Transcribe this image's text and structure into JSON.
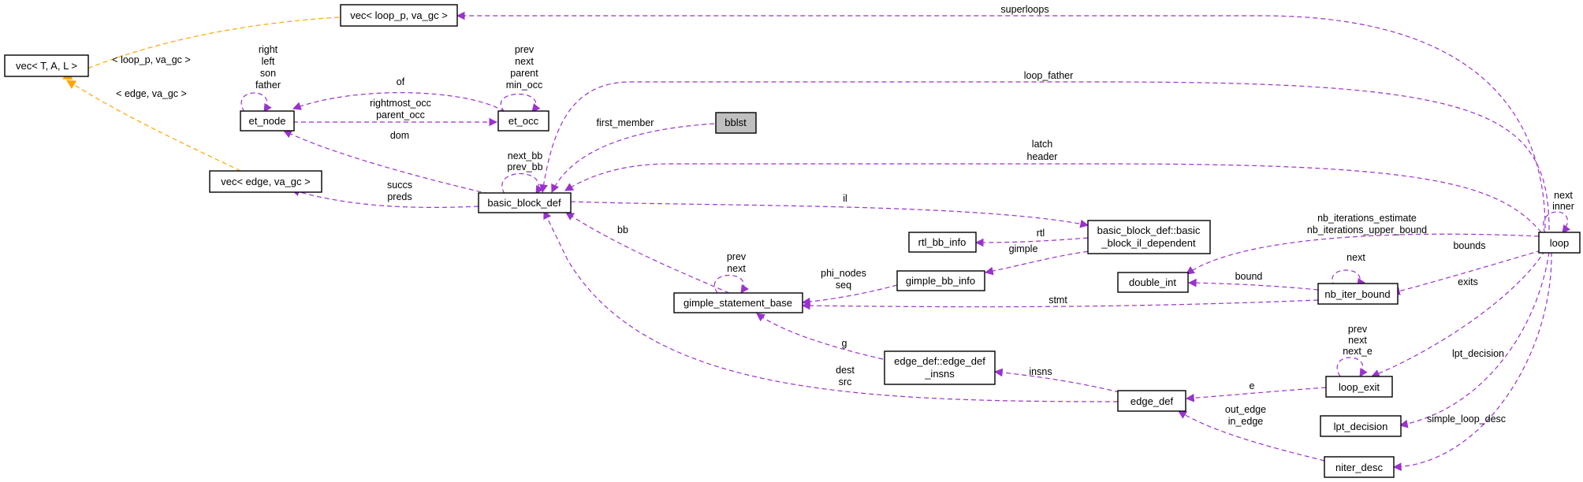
{
  "colors": {
    "member_edge": "#9a32cd",
    "template_edge": "#ffa500",
    "highlight_fill": "#bfbfbf"
  },
  "nodes": {
    "vec_t_a_l": "vec< T, A, L >",
    "vec_loop_p": "vec< loop_p, va_gc >",
    "vec_edge": "vec< edge, va_gc >",
    "et_node": "et_node",
    "et_occ": "et_occ",
    "bblst": "bblst",
    "basic_block_def": "basic_block_def",
    "bb_il_dep_line1": "basic_block_def::basic",
    "bb_il_dep_line2": "_block_il_dependent",
    "rtl_bb_info": "rtl_bb_info",
    "gimple_bb_info": "gimple_bb_info",
    "gimple_statement_base": "gimple_statement_base",
    "double_int": "double_int",
    "nb_iter_bound": "nb_iter_bound",
    "edge_def_insns_line1": "edge_def::edge_def",
    "edge_def_insns_line2": "_insns",
    "edge_def": "edge_def",
    "loop_exit": "loop_exit",
    "lpt_decision": "lpt_decision",
    "niter_desc": "niter_desc",
    "loop": "loop"
  },
  "edge_labels": {
    "loop_p_va_gc": "< loop_p, va_gc >",
    "edge_va_gc": "< edge, va_gc >",
    "superloops": "superloops",
    "loop_father": "loop_father",
    "latch": "latch",
    "header": "header",
    "first_member": "first_member",
    "et_node_self": [
      "right",
      "left",
      "son",
      "father"
    ],
    "of": "of",
    "rightmost_occ": "rightmost_occ",
    "parent_occ": "parent_occ",
    "et_occ_self": [
      "prev",
      "next",
      "parent",
      "min_occ"
    ],
    "dom": "dom",
    "bb_self": [
      "next_bb",
      "prev_bb"
    ],
    "succs": "succs",
    "preds": "preds",
    "il": "il",
    "rtl": "rtl",
    "gimple": "gimple",
    "bb": "bb",
    "gsb_self": [
      "prev",
      "next"
    ],
    "phi_nodes": "phi_nodes",
    "seq": "seq",
    "nb_iterations_estimate": "nb_iterations_estimate",
    "nb_iterations_upper_bound": "nb_iterations_upper_bound",
    "bounds": "bounds",
    "bound": "bound",
    "nib_self": "next",
    "stmt": "stmt",
    "loop_self": [
      "next",
      "inner"
    ],
    "exits": "exits",
    "le_self": [
      "prev",
      "next",
      "next_e"
    ],
    "e": "e",
    "g": "g",
    "insns": "insns",
    "dest": "dest",
    "src": "src",
    "lpt_decision": "lpt_decision",
    "simple_loop_desc": "simple_loop_desc",
    "out_edge": "out_edge",
    "in_edge": "in_edge"
  }
}
